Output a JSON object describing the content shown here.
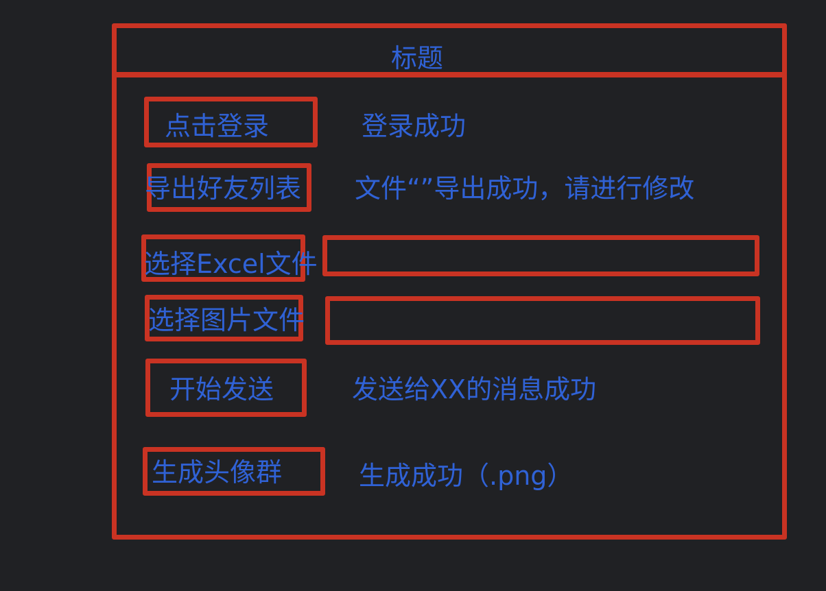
{
  "header": {
    "title": "标题"
  },
  "rows": [
    {
      "button": "点击登录",
      "status": "登录成功"
    },
    {
      "button": "导出好友列表",
      "status": "文件“”导出成功，请进行修改"
    },
    {
      "button": "选择Excel文件",
      "input_value": ""
    },
    {
      "button": "选择图片文件",
      "input_value": ""
    },
    {
      "button": "开始发送",
      "status": "发送给XX的消息成功"
    },
    {
      "button": "生成头像群",
      "status": "生成成功（.png）"
    }
  ],
  "colors": {
    "background": "#202124",
    "frame": "#c93323",
    "text": "#3062d6"
  }
}
